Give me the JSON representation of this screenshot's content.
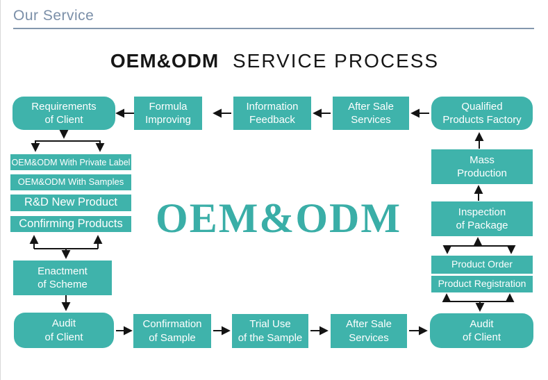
{
  "header": {
    "section_title": "Our Service"
  },
  "title": {
    "bold": "OEM&ODM",
    "rest": "SERVICE PROCESS"
  },
  "watermark": "OEM&ODM",
  "colors": {
    "box_teal": "#3fb3ab",
    "watermark_teal": "#3aaea7",
    "header_blue": "#7b8fa8",
    "divider_blue": "#8497ad",
    "arrow_black": "#141414",
    "title_black": "#161616",
    "box_text": "#ffffff"
  },
  "nodes": {
    "requirements_of_client": "Requirements\nof Client",
    "formula_improving": "Formula\nImproving",
    "information_feedback": "Information\nFeedback",
    "after_sale_services_top": "After Sale\nServices",
    "qualified_products_factory": "Qualified\nProducts Factory",
    "oem_private_label": "OEM&ODM With Private Label",
    "oem_with_samples": "OEM&ODM With Samples",
    "rd_new_product": "R&D New Product",
    "confirming_products": "Confirming Products",
    "enactment_of_scheme": "Enactment\nof Scheme",
    "audit_of_client_left": "Audit\nof Client",
    "confirmation_of_sample": "Confirmation\nof Sample",
    "trial_use_of_sample": "Trial Use\nof the Sample",
    "after_sale_services_bottom": "After Sale\nServices",
    "audit_of_client_right": "Audit\nof Client",
    "mass_production": "Mass\nProduction",
    "inspection_of_package": "Inspection\nof Package",
    "product_order": "Product Order",
    "product_registration": "Product Registration"
  }
}
